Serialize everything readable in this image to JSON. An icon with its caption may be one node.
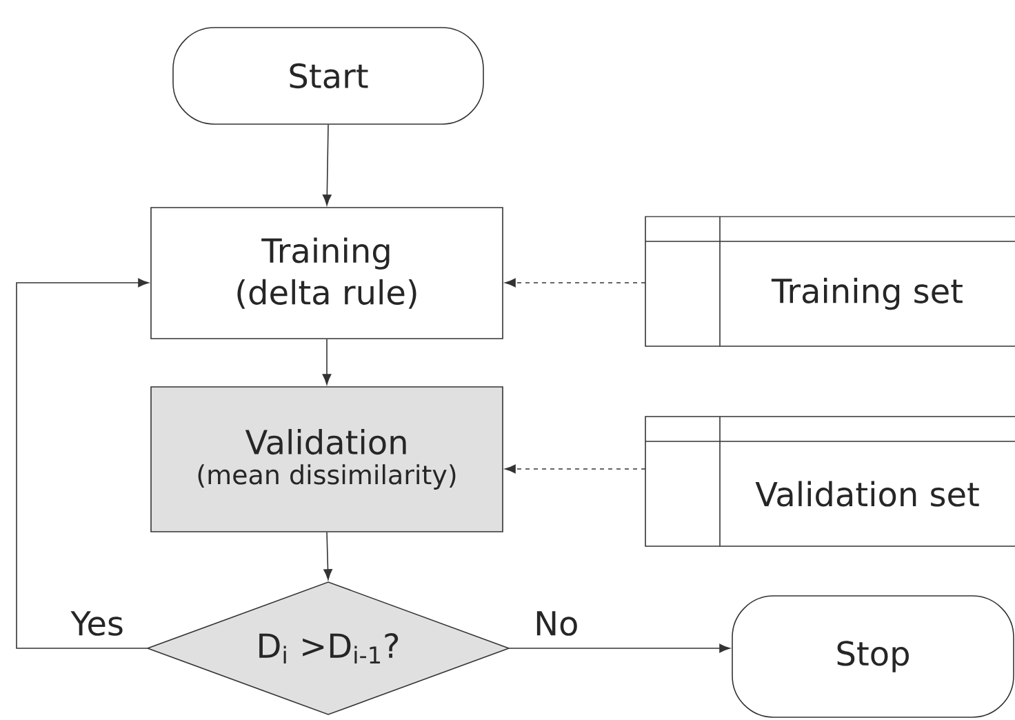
{
  "diagram": {
    "nodes": [
      {
        "text": [
          "Start"
        ]
      },
      {
        "text": [
          "Training",
          "(delta rule)"
        ]
      },
      {
        "text": [
          "Validation",
          "(mean dissimilarity)"
        ]
      },
      {
        "text": [
          "D$_{i}$ >D$_{i-1}$?"
        ]
      },
      {
        "text": [
          "Stop"
        ]
      },
      {
        "text": [
          "Training set"
        ]
      },
      {
        "text": [
          "Validation set"
        ]
      }
    ],
    "edges": [
      {
        "from": 0,
        "to": 1,
        "arrow": "to"
      },
      {
        "from": 1,
        "to": 2,
        "arrow": "to"
      },
      {
        "from": 2,
        "to": 3,
        "arrow": "to"
      },
      {
        "from": 3,
        "to": 4,
        "arrow": "to",
        "label": "No"
      },
      {
        "from": 3,
        "to": 1,
        "arrow": "to",
        "label": "Yes"
      },
      {
        "from": 5,
        "to": 1,
        "arrow": "to",
        "style": "dashed"
      },
      {
        "from": 6,
        "to": 2,
        "arrow": "to",
        "style": "dashed"
      }
    ]
  }
}
